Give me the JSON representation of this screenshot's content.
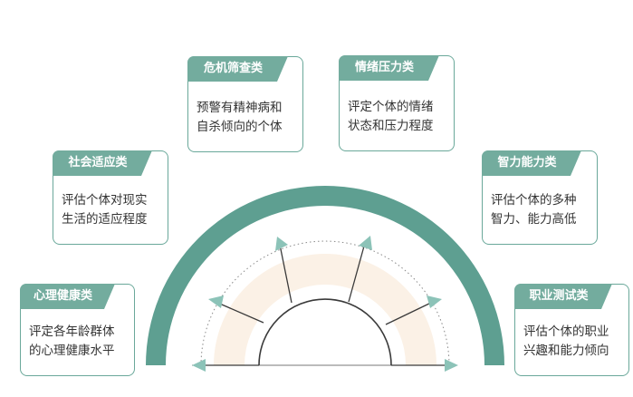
{
  "colors": {
    "teal": "#5e9f91",
    "tab": "#73ac9e",
    "tab_text": "#ffffff",
    "card_border": "#6aa89a",
    "light_fill": "#fbf1e6",
    "dark_line": "#3a3a3a"
  },
  "categories": [
    {
      "id": "mental-health",
      "title": "心理健康类",
      "description": "评定各年龄群体\n的心理健康水平"
    },
    {
      "id": "social-adaptation",
      "title": "社会适应类",
      "description": "评估个体对现实\n生活的适应程度"
    },
    {
      "id": "crisis-screening",
      "title": "危机筛查类",
      "description": "预警有精神病和\n自杀倾向的个体"
    },
    {
      "id": "emotional-stress",
      "title": "情绪压力类",
      "description": "评定个体的情绪\n状态和压力程度"
    },
    {
      "id": "intelligence",
      "title": "智力能力类",
      "description": "评估个体的多种\n智力、能力高低"
    },
    {
      "id": "career-testing",
      "title": "职业测试类",
      "description": "评估个体的职业\n兴趣和能力倾向"
    }
  ]
}
